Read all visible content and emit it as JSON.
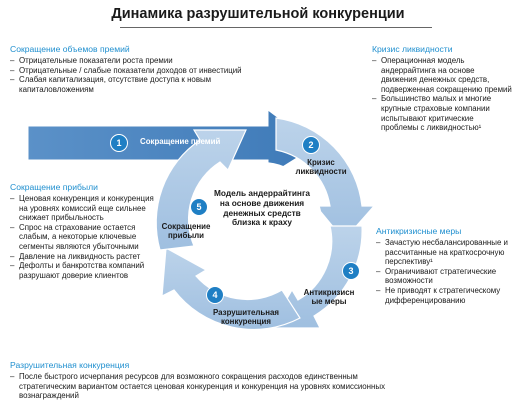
{
  "title": "Динамика разрушительной конкуренции",
  "colors": {
    "accent": "#1f8fcf",
    "arrow_dark": "#4d86c0",
    "arrow_light": "#a9c6e3",
    "badge": "#1f7fc4"
  },
  "blocks": {
    "top_left": {
      "heading": "Сокращение объемов премий",
      "items": [
        "Отрицательные показатели роста премии",
        "Отрицательные / слабые показатели доходов от инвестиций",
        "Слабая капитализация, отсутствие доступа к новым капиталовложениям"
      ]
    },
    "top_right": {
      "heading": "Кризис ликвидности",
      "items": [
        "Операционная модель андеррайтинга на основе движения денежных средств, подверженная сокращению премий",
        "Большинство малых  и многие крупные страховые компании испытывают критические проблемы с ликвидностью¹"
      ]
    },
    "middle_left": {
      "heading": "Сокращение прибыли",
      "items": [
        "Ценовая конкуренция и конкуренция на уровнях комиссий еще сильнее снижает прибыльность",
        "Спрос на страхование остается слабым, а некоторые ключевые сегменты являются убыточными",
        "Давление на ликвидность растет",
        "Дефолты и банкротства компаний разрушают доверие клиентов"
      ]
    },
    "middle_right": {
      "heading": "Антикризисные меры",
      "items": [
        "Зачастую несбалансированные и рассчитанные на краткосрочную перспективу¹",
        "Ограничивают стратегические возможности",
        "Не приводят к стратегическому дифференцированию"
      ]
    },
    "bottom": {
      "heading": "Разрушительная конкуренция",
      "items": [
        "После быстрого исчерпания ресурсов для возможного сокращения расходов единственным стратегическим вариантом остается ценовая конкуренция и конкуренция на уровнях комиссионных вознаграждений"
      ]
    }
  },
  "cycle": {
    "center": "Модель андеррайтинга на основе движения денежных средств близка к краху",
    "steps": [
      {
        "number": "1",
        "label": "Сокращение премий"
      },
      {
        "number": "2",
        "label": "Кризис ликвидности"
      },
      {
        "number": "3",
        "label": "Антикризисн ые меры"
      },
      {
        "number": "4",
        "label": "Разрушительная конкуренция"
      },
      {
        "number": "5",
        "label": "Сокращение прибыли"
      }
    ]
  }
}
